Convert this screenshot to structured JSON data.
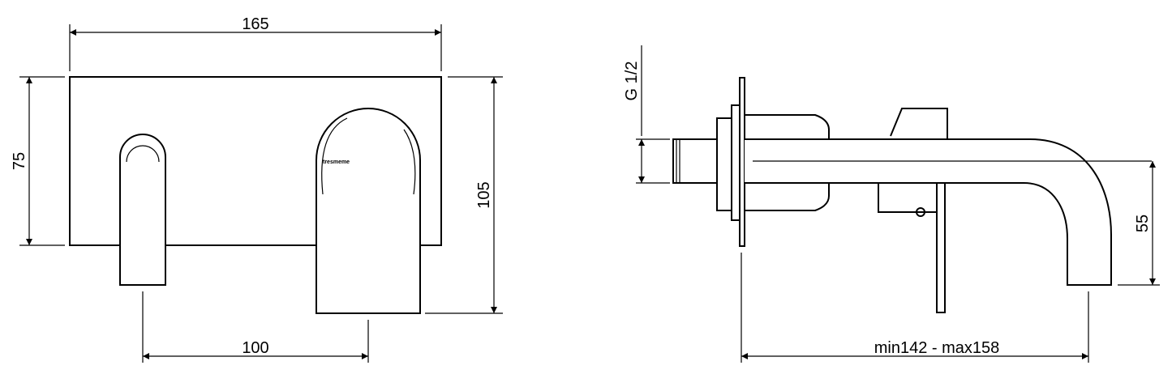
{
  "front_view": {
    "width_label": "165",
    "plate_height_label": "75",
    "total_height_label": "105",
    "spacing_label": "100",
    "brand_mark": "tresmeme"
  },
  "side_view": {
    "thread_label": "G 1/2",
    "drop_label": "55",
    "projection_label": "min142 - max158"
  },
  "colors": {
    "line": "#000000",
    "background": "#ffffff"
  }
}
